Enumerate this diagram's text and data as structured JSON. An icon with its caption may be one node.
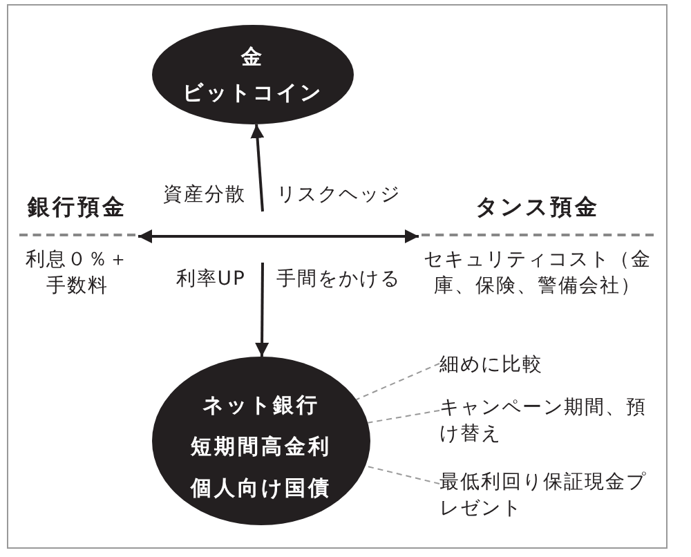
{
  "diagram": {
    "nodes": [
      {
        "text": [
          "金",
          "ビットコイン"
        ]
      },
      {
        "text": [
          "銀行預金",
          "利息０％＋手数料"
        ]
      },
      {
        "text": [
          "タンス預金",
          "セキュリティコスト（金庫、保険、警備会社）"
        ]
      },
      {
        "text": [
          "ネット銀行",
          "短期間高金利",
          "個人向け国債"
        ]
      },
      {
        "text": [
          "細めに比較"
        ]
      },
      {
        "text": [
          "キャンペーン期間、預け替え"
        ]
      },
      {
        "text": [
          "最低利回り保証現金プレゼント"
        ]
      }
    ],
    "edges": [
      {
        "from": null,
        "to": 0,
        "arrow": "to"
      },
      {
        "from": 1,
        "to": 2,
        "arrow": "both"
      },
      {
        "from": null,
        "to": 3,
        "arrow": "to"
      },
      {
        "from": 4,
        "to": 3,
        "arrow": "none",
        "style": "dashed",
        "color": "#999999"
      },
      {
        "from": 5,
        "to": 3,
        "arrow": "none",
        "style": "dashed",
        "color": "#999999"
      },
      {
        "from": 6,
        "to": 3,
        "arrow": "none",
        "style": "dashed",
        "color": "#999999"
      }
    ],
    "labels": [
      "資産分散",
      "リスクヘッジ",
      "利率UP",
      "手間をかける"
    ]
  }
}
